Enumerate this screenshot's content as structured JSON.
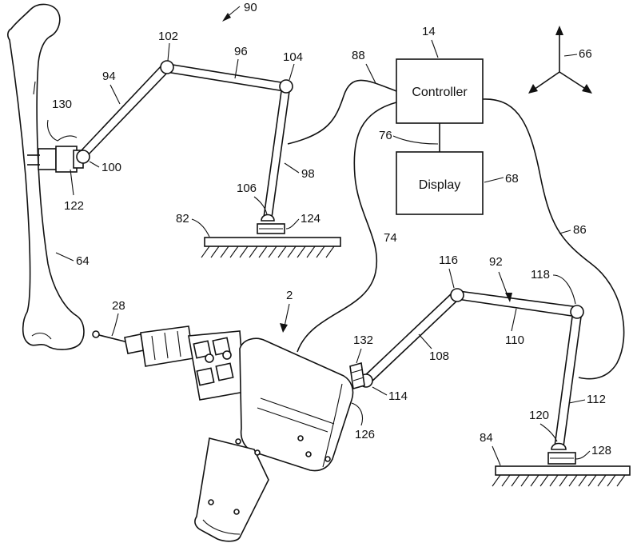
{
  "figure_ref": "90",
  "blocks": {
    "controller": {
      "label": "Controller",
      "ref": "14"
    },
    "display": {
      "label": "Display",
      "ref": "68"
    }
  },
  "refs": {
    "axes": "66",
    "femur": "64",
    "probe": "28",
    "tool": "2",
    "cable_controller_left": "88",
    "cable_controller_tool": "74",
    "cable_controller_right": "86",
    "link_controller_display": "76",
    "left_arm": {
      "upper_link": "94",
      "mid_link": "96",
      "lower_link": "98",
      "joint_top_left": "102",
      "joint_top_right": "104",
      "joint_end": "100",
      "joint_base": "106",
      "mount_bone": "130",
      "coupling_bone": "122",
      "base_mount": "124",
      "base": "82"
    },
    "right_arm": {
      "arm": "92",
      "joint_top_left": "116",
      "joint_top_right": "118",
      "upper_link": "108",
      "mid_link": "110",
      "lower_link": "112",
      "joint_end": "114",
      "joint_base": "120",
      "mount_tool": "132",
      "coupling_tool": "126",
      "base_mount": "128",
      "base": "84"
    }
  }
}
